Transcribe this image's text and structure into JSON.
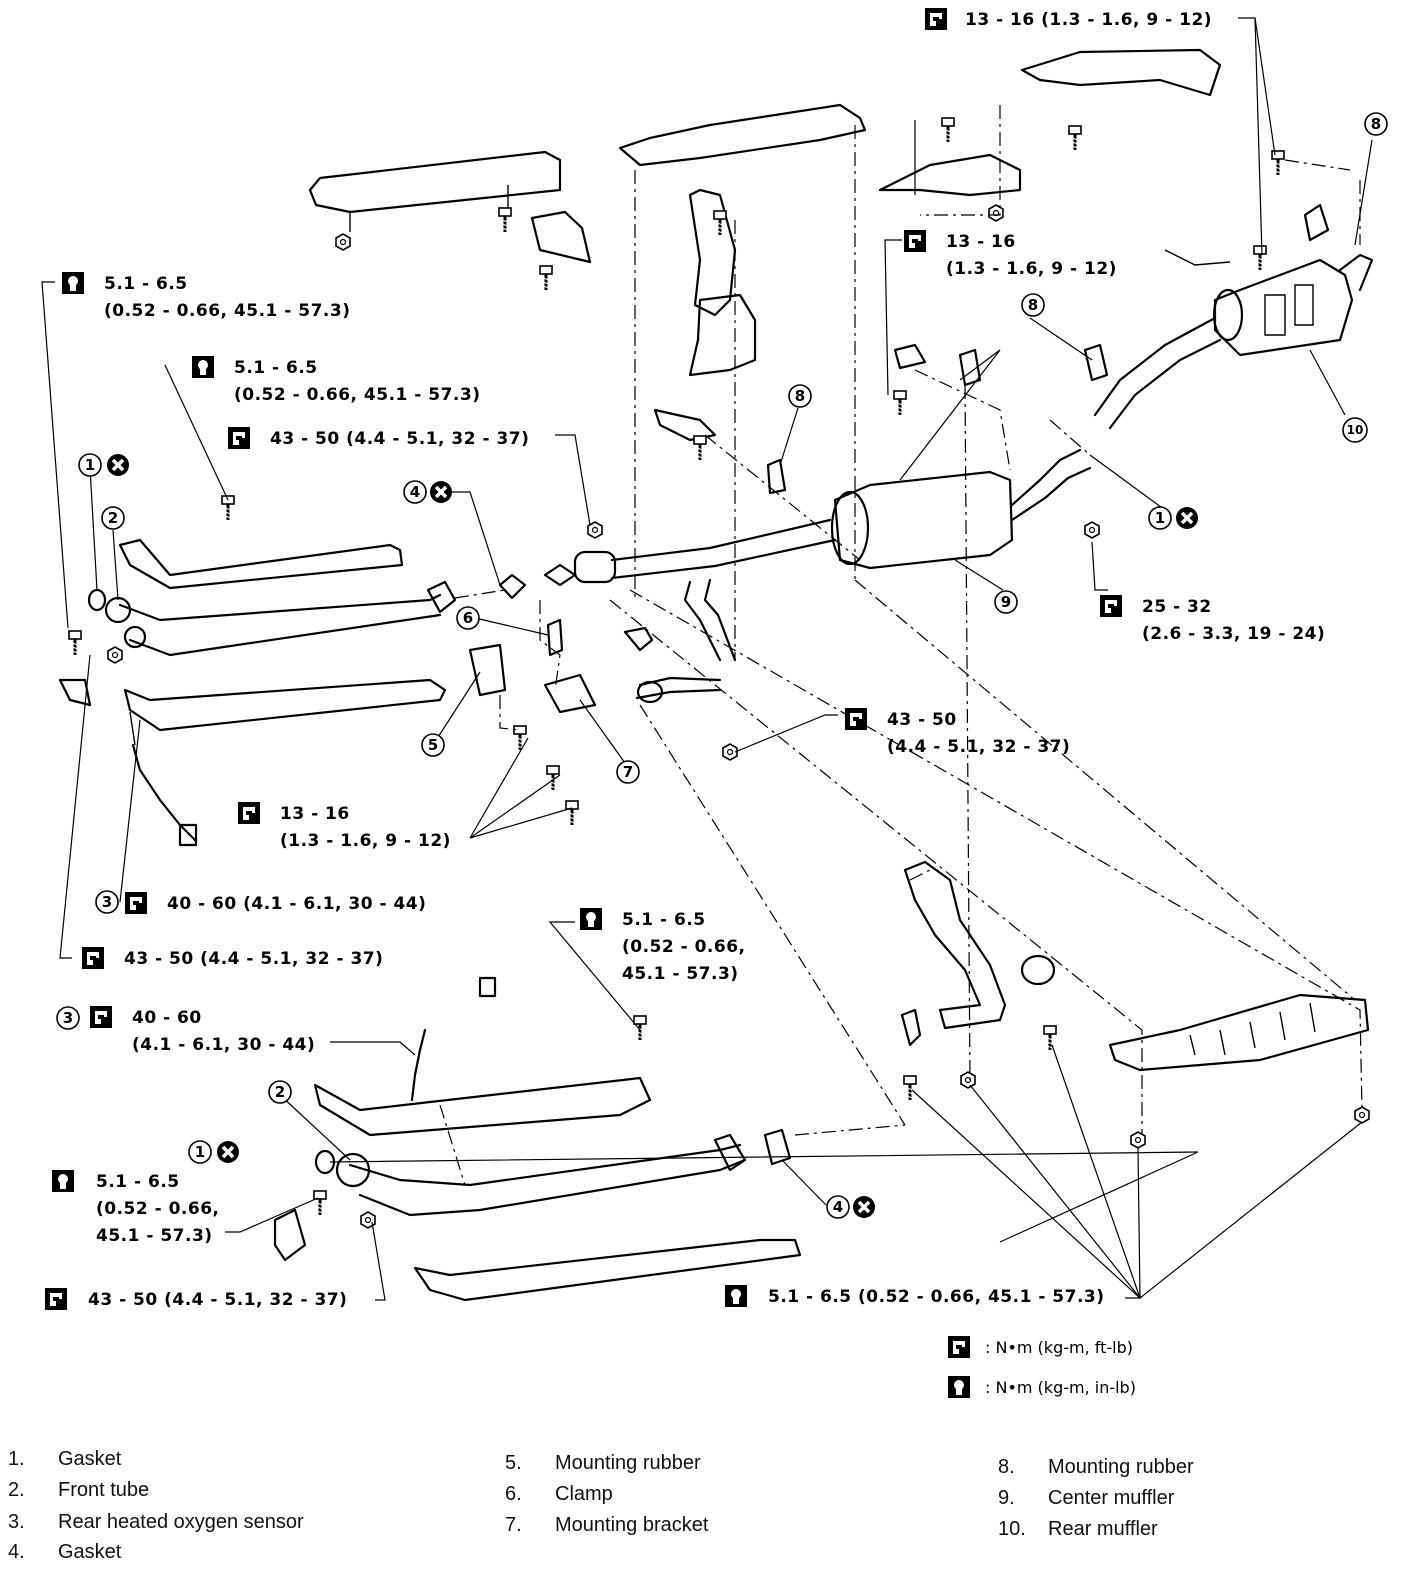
{
  "legend": {
    "nm_ftlb": ": N•m (kg-m, ft-lb)",
    "nm_inlb": ": N•m (kg-m, in-lb)"
  },
  "torque_labels": {
    "t_top_right": "13 - 16 (1.3 - 1.6, 9 - 12)",
    "t_mid_right_a": "13 - 16",
    "t_mid_right_b": "(1.3 - 1.6, 9 - 12)",
    "t_left_a": "5.1 - 6.5",
    "t_left_b": "(0.52 - 0.66, 45.1 - 57.3)",
    "t_left2_a": "5.1 - 6.5",
    "t_left2_b": "(0.52 - 0.66, 45.1 - 57.3)",
    "t_front_flange": "43 - 50 (4.4 - 5.1, 32 - 37)",
    "t_rear_nut_a": "25 - 32",
    "t_rear_nut_b": "(2.6 - 3.3, 19 - 24)",
    "t_center_a": "43 - 50",
    "t_center_b": "(4.4 - 5.1, 32 - 37)",
    "t_bracket_a": "13 - 16",
    "t_bracket_b": "(1.3 - 1.6, 9 - 12)",
    "t_sensor1": "40 - 60 (4.1 - 6.1, 30 - 44)",
    "t_manifold1": "43 - 50 (4.4 - 5.1, 32 - 37)",
    "t_lower_bolt_a": "5.1 - 6.5",
    "t_lower_bolt_b": "(0.52 - 0.66,",
    "t_lower_bolt_c": "45.1 - 57.3)",
    "t_sensor2_a": "40 - 60",
    "t_sensor2_b": "(4.1 - 6.1, 30 - 44)",
    "t_lower_left_a": "5.1 - 6.5",
    "t_lower_left_b": "(0.52 - 0.66,",
    "t_lower_left_c": "45.1 - 57.3)",
    "t_lower_manifold": "43 - 50 (4.4 - 5.1, 32 - 37)",
    "t_heatshield": "5.1 - 6.5 (0.52 - 0.66, 45.1 - 57.3)"
  },
  "callouts": {
    "c1": "1",
    "c2": "2",
    "c3": "3",
    "c4": "4",
    "c5": "5",
    "c6": "6",
    "c7": "7",
    "c8": "8",
    "c9": "9",
    "c10": "10"
  },
  "parts_list": [
    {
      "num": "1.",
      "name": "Gasket"
    },
    {
      "num": "2.",
      "name": "Front tube"
    },
    {
      "num": "3.",
      "name": "Rear heated oxygen sensor"
    },
    {
      "num": "4.",
      "name": "Gasket"
    },
    {
      "num": "5.",
      "name": "Mounting rubber"
    },
    {
      "num": "6.",
      "name": "Clamp"
    },
    {
      "num": "7.",
      "name": "Mounting bracket"
    },
    {
      "num": "8.",
      "name": "Mounting rubber"
    },
    {
      "num": "9.",
      "name": "Center muffler"
    },
    {
      "num": "10.",
      "name": "Rear muffler"
    }
  ]
}
